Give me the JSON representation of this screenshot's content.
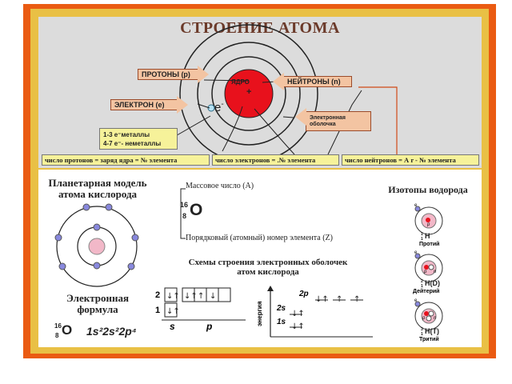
{
  "title": "СТРОЕНИЕ АТОМА",
  "atom": {
    "nucleus": "ЯДРО",
    "nucleus_sign": "+",
    "electron_symbol": "e",
    "electron_sup": "-"
  },
  "labels": {
    "protons": "ПРОТОНЫ (р)",
    "neutrons": "НЕЙТРОНЫ (n)",
    "electron": "ЭЛЕКТРОН (е)",
    "shell_line1": "Электронная",
    "shell_line2": "оболочка",
    "metals_line1": "1-3 е⁻металлы",
    "metals_line2": "4-7 е⁻- неметаллы"
  },
  "bottom_boxes": [
    "число протонов = заряд ядра =  № элемента",
    "число электронов = .№ элемента",
    "число нейтронов = А r - № элемента"
  ],
  "planetary": {
    "title_line1": "Планетарная модель",
    "title_line2": "атома кислорода",
    "formula_title_line1": "Электронная",
    "formula_title_line2": "формула",
    "notation_mass": "16",
    "notation_number": "8",
    "notation_symbol": "O",
    "formula": "1s²2s²2p⁴"
  },
  "notation": {
    "mass_label": "Массовое число (А)",
    "mass": "16",
    "number": "8",
    "symbol": "O",
    "number_label": "Порядковый (атомный) номер элемента (Z)"
  },
  "schemes": {
    "title_line1": "Схемы строения электронных оболочек",
    "title_line2": "атом кислорода",
    "row2": "2",
    "row1": "1",
    "s_label": "s",
    "p_label": "p",
    "energy_label": "энергия",
    "level_2p": "2p",
    "level_2s": "2s",
    "level_1s": "1s"
  },
  "isotopes": {
    "title": "Изотопы водорода",
    "items": [
      {
        "mass": "1",
        "number": "1",
        "symbol": "H",
        "name": "Протий"
      },
      {
        "mass": "2",
        "number": "1",
        "symbol": "H(D)",
        "name": "Дейтерий"
      },
      {
        "mass": "3",
        "number": "1",
        "symbol": "H(T)",
        "name": "Тритий"
      }
    ],
    "e_symbol": "e",
    "p_symbol": "p",
    "n_symbol": "n"
  },
  "colors": {
    "frame": "#ea5b12",
    "gold": "#e9c045",
    "nucleus": "#e8111c",
    "arrow_fill": "#f3c4a2",
    "yellow_box": "#f6f29a",
    "electron": "#8888dd"
  }
}
